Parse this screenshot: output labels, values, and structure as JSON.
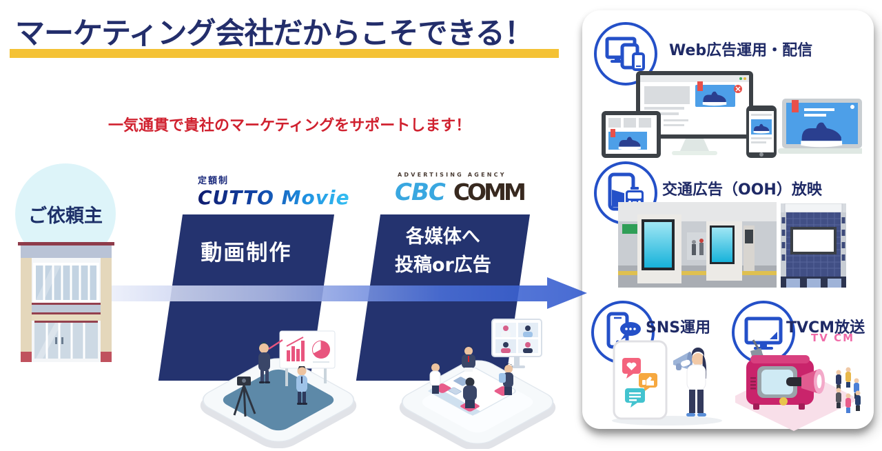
{
  "header": {
    "title": "マーケティング会社だからこそできる！",
    "subtitle": "一気通貫で貴社のマーケティングをサポートします！"
  },
  "flow": {
    "client": "ご依頼主",
    "step1": {
      "brand_note": "定額制",
      "brand": "CUTTO Movie",
      "label": "動画制作"
    },
    "step2": {
      "brand_note": "ADVERTISING AGENCY",
      "brand_cbc": "CBC",
      "brand_comm": "COMM",
      "label_line1": "各媒体へ",
      "label_line2": "投稿or広告"
    }
  },
  "services": {
    "items": [
      {
        "label": "Web広告運用・配信",
        "icon": "devices-icon"
      },
      {
        "label": "交通広告（OOH）放映",
        "icon": "signage-train-icon"
      },
      {
        "label": "SNS運用",
        "icon": "phone-chat-icon"
      },
      {
        "label": "TVCM放送",
        "icon": "tv-icon"
      }
    ],
    "tvcm_caption": "TV CM"
  },
  "colors": {
    "title_navy": "#232e6b",
    "accent_yellow": "#f4c235",
    "accent_red": "#d0212f",
    "step_navy": "#24336f",
    "arrow_blue": "#3b62d1",
    "icon_blue": "#2450c8",
    "client_circle": "#ddf4f9"
  }
}
